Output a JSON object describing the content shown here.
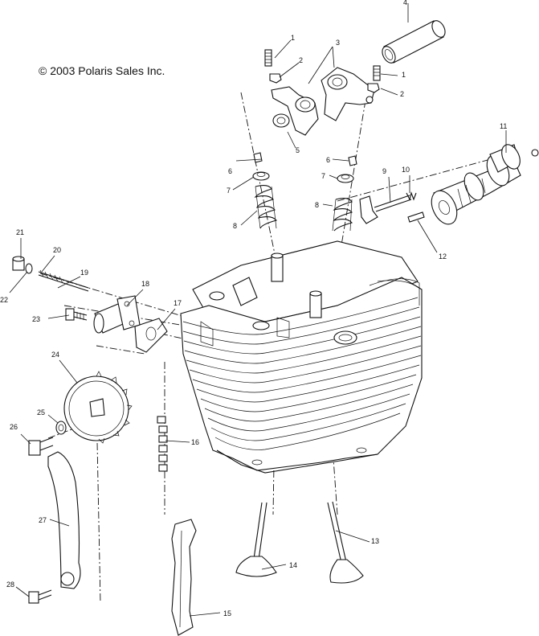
{
  "copyright": "© 2003 Polaris Sales Inc.",
  "callouts": [
    {
      "id": "c1a",
      "text": "1"
    },
    {
      "id": "c1b",
      "text": "1"
    },
    {
      "id": "c2a",
      "text": "2"
    },
    {
      "id": "c2b",
      "text": "2"
    },
    {
      "id": "c3",
      "text": "3"
    },
    {
      "id": "c4",
      "text": "4"
    },
    {
      "id": "c5",
      "text": "5"
    },
    {
      "id": "c6a",
      "text": "6"
    },
    {
      "id": "c6b",
      "text": "6"
    },
    {
      "id": "c7a",
      "text": "7"
    },
    {
      "id": "c7b",
      "text": "7"
    },
    {
      "id": "c8a",
      "text": "8"
    },
    {
      "id": "c8b",
      "text": "8"
    },
    {
      "id": "c9",
      "text": "9"
    },
    {
      "id": "c10",
      "text": "10"
    },
    {
      "id": "c11",
      "text": "11"
    },
    {
      "id": "c12",
      "text": "12"
    },
    {
      "id": "c13",
      "text": "13"
    },
    {
      "id": "c14",
      "text": "14"
    },
    {
      "id": "c15",
      "text": "15"
    },
    {
      "id": "c16",
      "text": "16"
    },
    {
      "id": "c17",
      "text": "17"
    },
    {
      "id": "c18",
      "text": "18"
    },
    {
      "id": "c19",
      "text": "19"
    },
    {
      "id": "c20",
      "text": "20"
    },
    {
      "id": "c21",
      "text": "21"
    },
    {
      "id": "c22",
      "text": "22"
    },
    {
      "id": "c23",
      "text": "23"
    },
    {
      "id": "c24",
      "text": "24"
    },
    {
      "id": "c25",
      "text": "25"
    },
    {
      "id": "c26",
      "text": "26"
    },
    {
      "id": "c27",
      "text": "27"
    },
    {
      "id": "c28",
      "text": "28"
    }
  ]
}
